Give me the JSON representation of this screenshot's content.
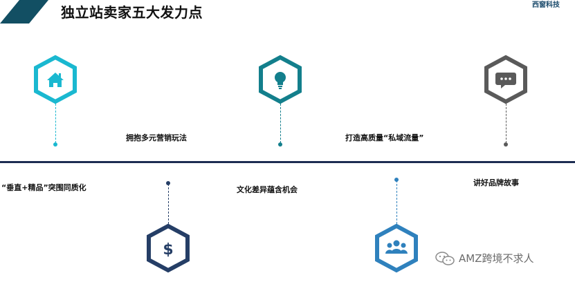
{
  "header": {
    "title": "独立站卖家五大发力点",
    "brand": "西窗科技"
  },
  "colors": {
    "cyan": "#1ab8d0",
    "teal": "#137f8c",
    "gray": "#5a5a5a",
    "navy": "#253e66",
    "blue": "#2f81bd",
    "baseline": "#1c2c52",
    "accent": "#124f63"
  },
  "top_items": [
    {
      "icon": "home-icon",
      "label": "拥抱多元营销玩法"
    },
    {
      "icon": "lightbulb-icon",
      "label": "打造高质量“私域流量”"
    },
    {
      "icon": "chat-bubble-icon",
      "label": ""
    }
  ],
  "bottom_labels": {
    "left": "“垂直+精品”突围同质化",
    "middle": "文化差异蕴含机会",
    "right": "讲好品牌故事"
  },
  "bottom_items": [
    {
      "icon": "dollar-icon"
    },
    {
      "icon": "users-icon"
    }
  ],
  "watermark": {
    "icon": "wechat-icon",
    "text": "AMZ跨境不求人"
  }
}
